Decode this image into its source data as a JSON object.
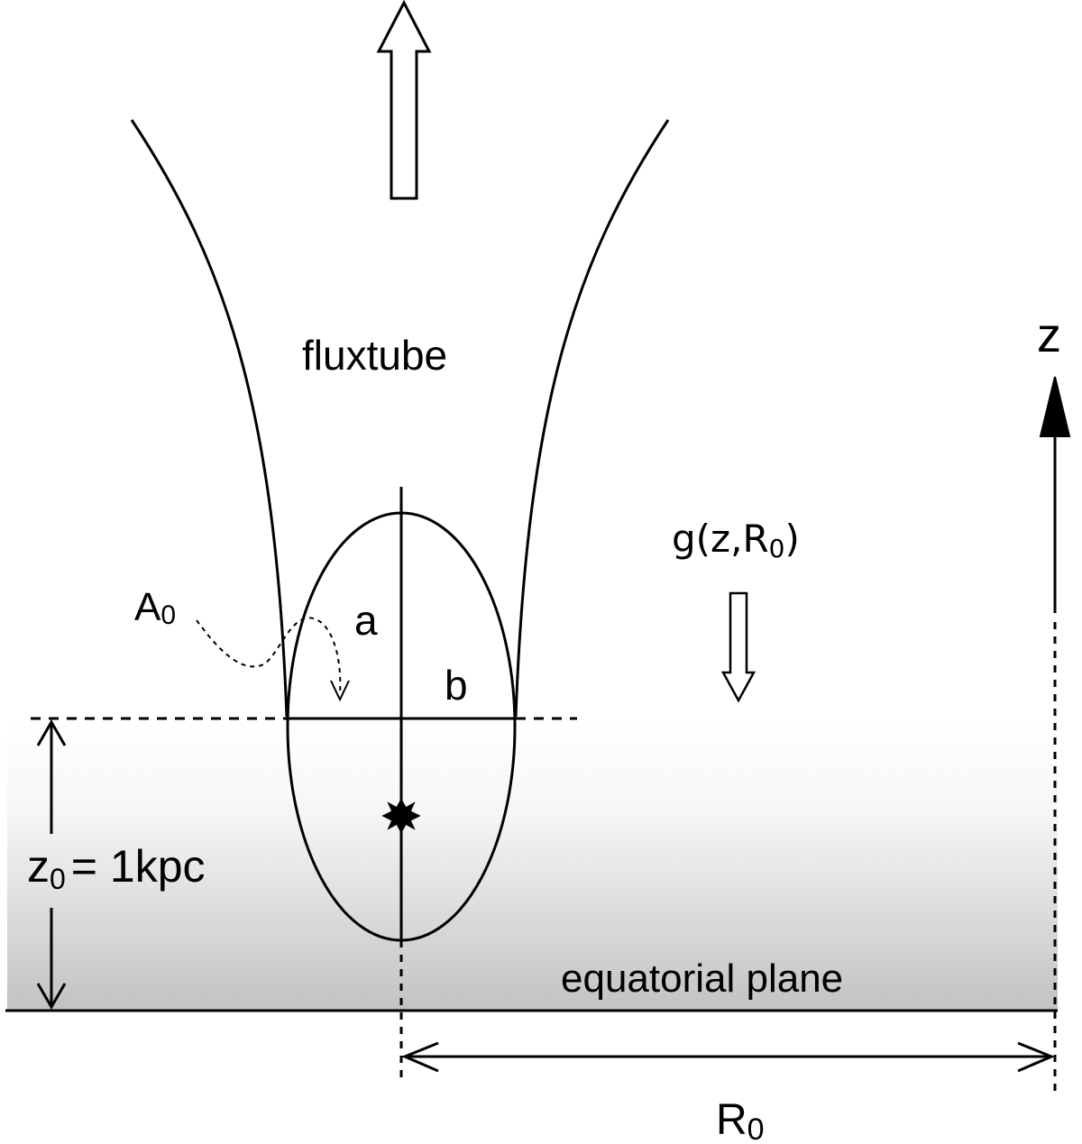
{
  "labels": {
    "fluxtube": "fluxtube",
    "area": "A",
    "area_sub": "0",
    "semi_major": "a",
    "semi_minor": "b",
    "gravity": "g(z,R",
    "gravity_sub": "0",
    "gravity_close": ")",
    "height_var": "z",
    "height_sub": "0",
    "height_value": "= 1kpc",
    "plane": "equatorial plane",
    "radius": "R",
    "radius_sub": "0",
    "z_axis": "z"
  },
  "icons": {
    "upward_flow": "hollow-arrow-up",
    "gravity_arrow": "hollow-arrow-down",
    "source": "star-burst"
  },
  "colors": {
    "ink": "#000000",
    "disk_gradient_top": "#ffffff",
    "disk_gradient_bottom": "#c2c2c2"
  }
}
